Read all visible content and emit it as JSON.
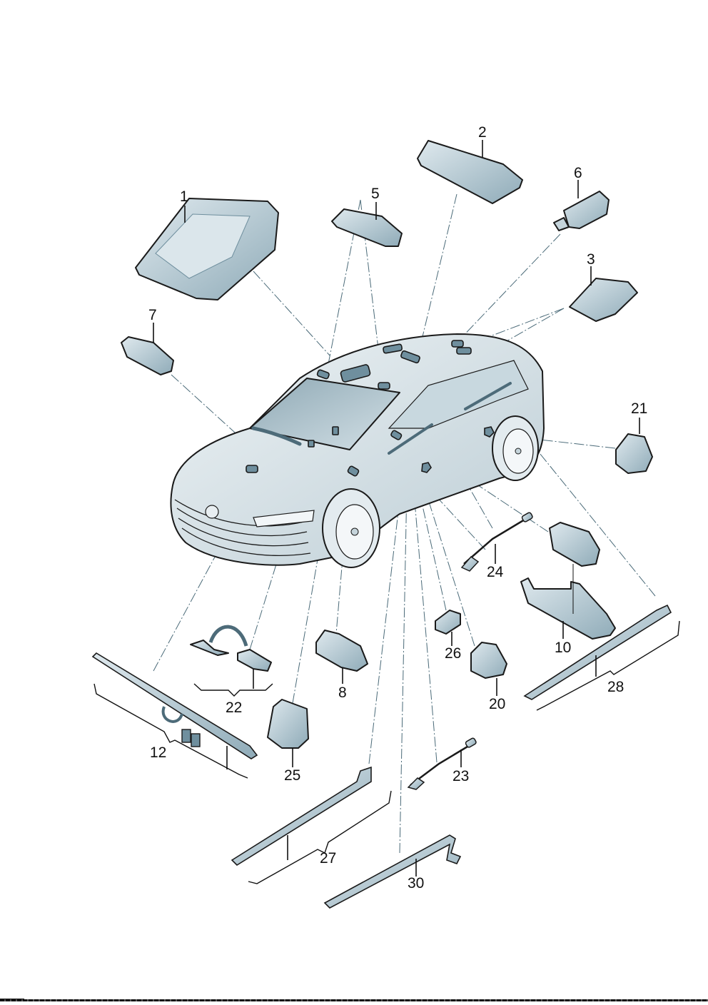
{
  "diagram": {
    "type": "exploded-parts-view",
    "subject": "vehicle interior/exterior lighting components",
    "colors": {
      "part_fill": "#b9cdd6",
      "part_dark": "#6f8f9e",
      "car_body": "#dbe6eb",
      "glass": "#9fb8c3",
      "lead_line": "#4a6a78",
      "outline": "#1a1a1a"
    },
    "callouts": [
      {
        "id": "1",
        "label": "1"
      },
      {
        "id": "2",
        "label": "2"
      },
      {
        "id": "3",
        "label": "3"
      },
      {
        "id": "5",
        "label": "5"
      },
      {
        "id": "6",
        "label": "6"
      },
      {
        "id": "7",
        "label": "7"
      },
      {
        "id": "8",
        "label": "8"
      },
      {
        "id": "10",
        "label": "10"
      },
      {
        "id": "12",
        "label": "12"
      },
      {
        "id": "20",
        "label": "20"
      },
      {
        "id": "21",
        "label": "21"
      },
      {
        "id": "22",
        "label": "22"
      },
      {
        "id": "23",
        "label": "23"
      },
      {
        "id": "24",
        "label": "24"
      },
      {
        "id": "25",
        "label": "25"
      },
      {
        "id": "26",
        "label": "26"
      },
      {
        "id": "27",
        "label": "27"
      },
      {
        "id": "28",
        "label": "28"
      },
      {
        "id": "30",
        "label": "30"
      }
    ]
  }
}
